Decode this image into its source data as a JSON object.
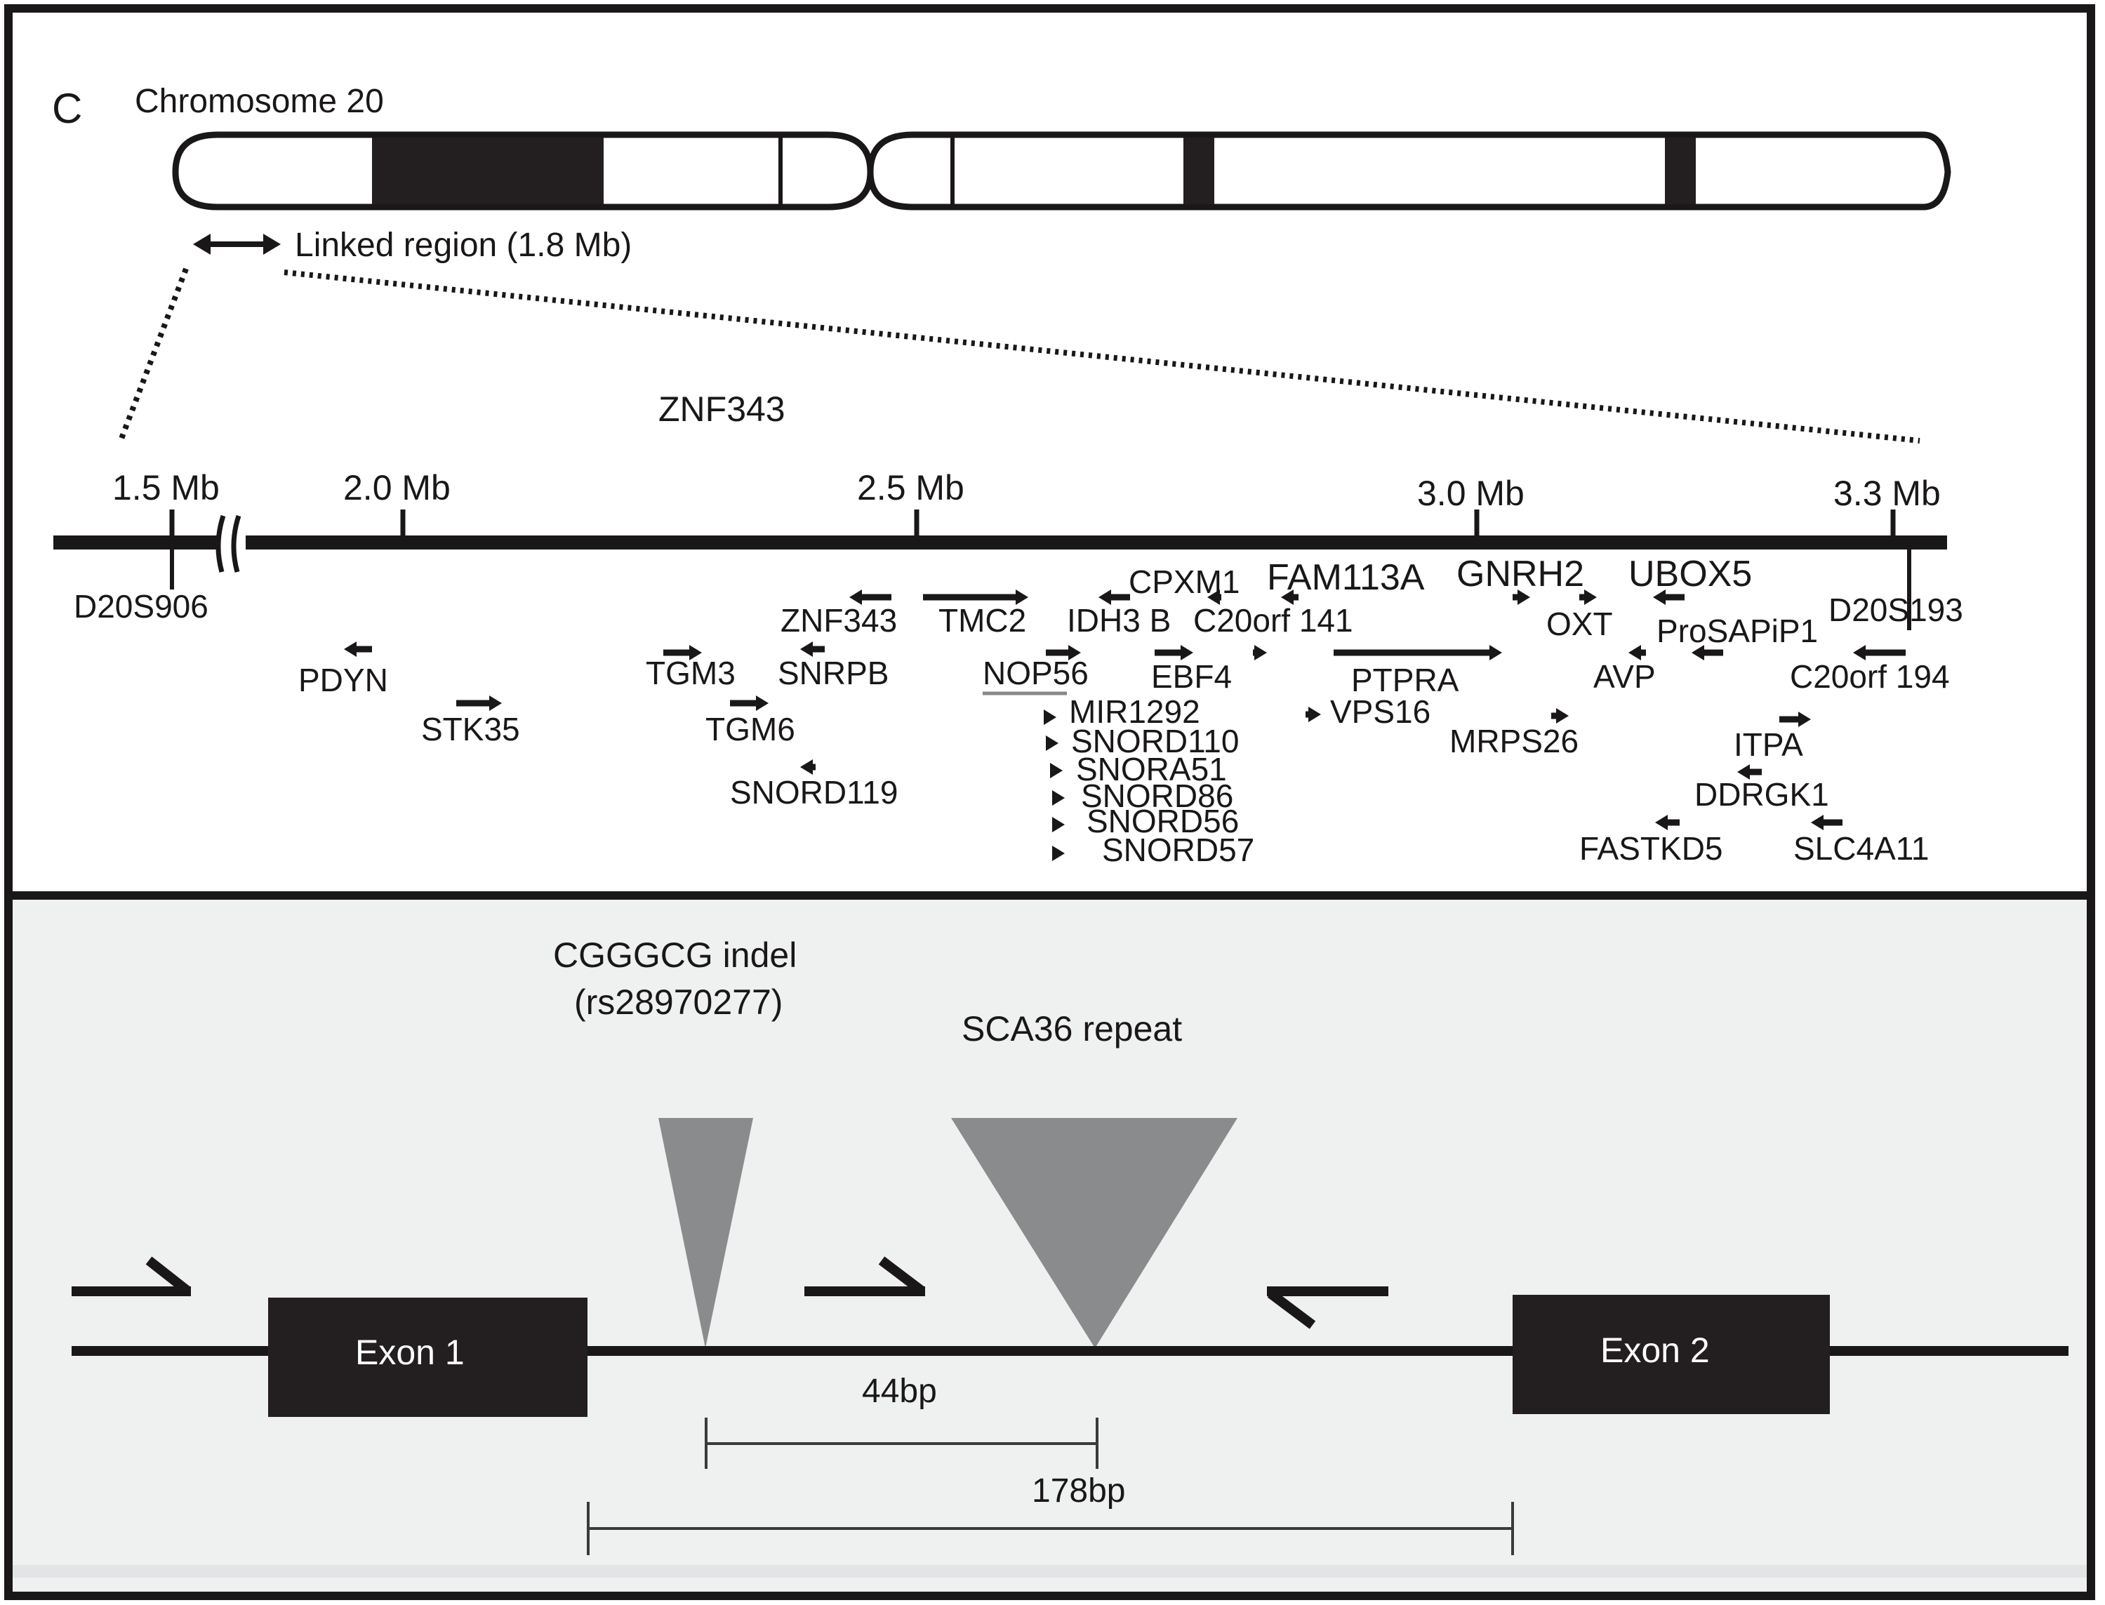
{
  "panel_letter": "C",
  "top_panel": {
    "chromosome_title": "Chromosome 20",
    "linked_region_label": "Linked region (1.8 Mb)",
    "highlight_gene": "ZNF343",
    "scale_ticks": [
      {
        "label": "1.5 Mb",
        "mb": 1.5
      },
      {
        "label": "2.0 Mb",
        "mb": 2.0
      },
      {
        "label": "2.5 Mb",
        "mb": 2.5
      },
      {
        "label": "3.0 Mb",
        "mb": 3.0
      },
      {
        "label": "3.3 Mb",
        "mb": 3.3
      }
    ],
    "axis_break": true,
    "markers": [
      {
        "label": "D20S906",
        "near_tick": "1.5 Mb"
      },
      {
        "label": "D20S193",
        "near_tick": "3.3 Mb"
      }
    ],
    "genes": [
      {
        "name": "PDYN",
        "strand": "-"
      },
      {
        "name": "STK35",
        "strand": "+"
      },
      {
        "name": "TGM3",
        "strand": "+"
      },
      {
        "name": "TGM6",
        "strand": "+"
      },
      {
        "name": "SNORD119",
        "strand": "-"
      },
      {
        "name": "ZNF343",
        "strand": "-"
      },
      {
        "name": "SNRPB",
        "strand": "-"
      },
      {
        "name": "TMC2",
        "strand": "+"
      },
      {
        "name": "NOP56",
        "strand": "+"
      },
      {
        "name": "IDH3 B",
        "strand": "-"
      },
      {
        "name": "MIR1292",
        "strand": "+"
      },
      {
        "name": "SNORD110",
        "strand": "+"
      },
      {
        "name": "SNORA51",
        "strand": "+"
      },
      {
        "name": "SNORD86",
        "strand": "+"
      },
      {
        "name": "SNORD56",
        "strand": "+"
      },
      {
        "name": "SNORD57",
        "strand": "+"
      },
      {
        "name": "CPXM1",
        "strand": "-"
      },
      {
        "name": "EBF4",
        "strand": "+"
      },
      {
        "name": "C20orf 141",
        "strand": "+"
      },
      {
        "name": "FAM113A",
        "strand": "-"
      },
      {
        "name": "PTPRA",
        "strand": "+"
      },
      {
        "name": "VPS16",
        "strand": "+"
      },
      {
        "name": "GNRH2",
        "strand": "+"
      },
      {
        "name": "MRPS26",
        "strand": "+"
      },
      {
        "name": "OXT",
        "strand": "+"
      },
      {
        "name": "AVP",
        "strand": "-"
      },
      {
        "name": "UBOX5",
        "strand": "-"
      },
      {
        "name": "ProSAPiP1",
        "strand": "-"
      },
      {
        "name": "FASTKD5",
        "strand": "-"
      },
      {
        "name": "DDRGK1",
        "strand": "-"
      },
      {
        "name": "ITPA",
        "strand": "+"
      },
      {
        "name": "SLC4A11",
        "strand": "-"
      },
      {
        "name": "C20orf 194",
        "strand": "-"
      }
    ]
  },
  "bottom_panel": {
    "indel_label_line1": "CGGGCG indel",
    "indel_label_line2": "(rs28970277)",
    "repeat_label": "SCA36 repeat",
    "exon1_label": "Exon 1",
    "exon2_label": "Exon 2",
    "distance_short": "44bp",
    "distance_long": "178bp",
    "primers": [
      {
        "name": "forward-primer-1",
        "direction": "forward"
      },
      {
        "name": "forward-primer-2",
        "direction": "forward"
      },
      {
        "name": "reverse-primer",
        "direction": "reverse"
      }
    ],
    "colors": {
      "background": "#eff0f0",
      "insertion_triangle": "#8a8b8d",
      "exon_fill": "#231f20"
    }
  }
}
